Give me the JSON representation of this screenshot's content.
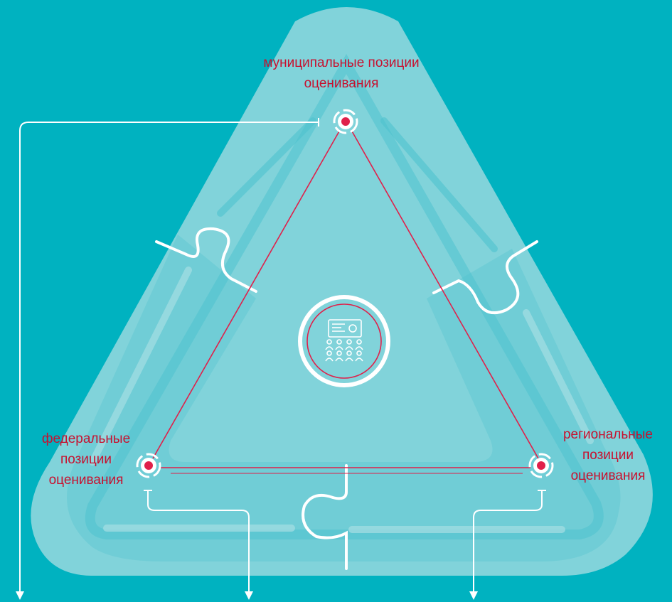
{
  "nodes": {
    "municipal": {
      "line1": "муниципальные позиции",
      "line2": "оценивания"
    },
    "federal": {
      "line1": "федеральные",
      "line2": "позиции",
      "line3": "оценивания"
    },
    "regional": {
      "line1": "региональные",
      "line2": "позиции",
      "line3": "оценивания"
    }
  },
  "colors": {
    "background": "#00b2c0",
    "band_light": "#8fd6dd",
    "band_mid": "#4fc3cf",
    "accent_red": "#c8102e",
    "node_red": "#e0204a",
    "white": "#ffffff"
  },
  "icons": {
    "center": "audience-presentation-icon",
    "nodes": "target-node-icon",
    "arrows": "arrow-down-icon"
  }
}
